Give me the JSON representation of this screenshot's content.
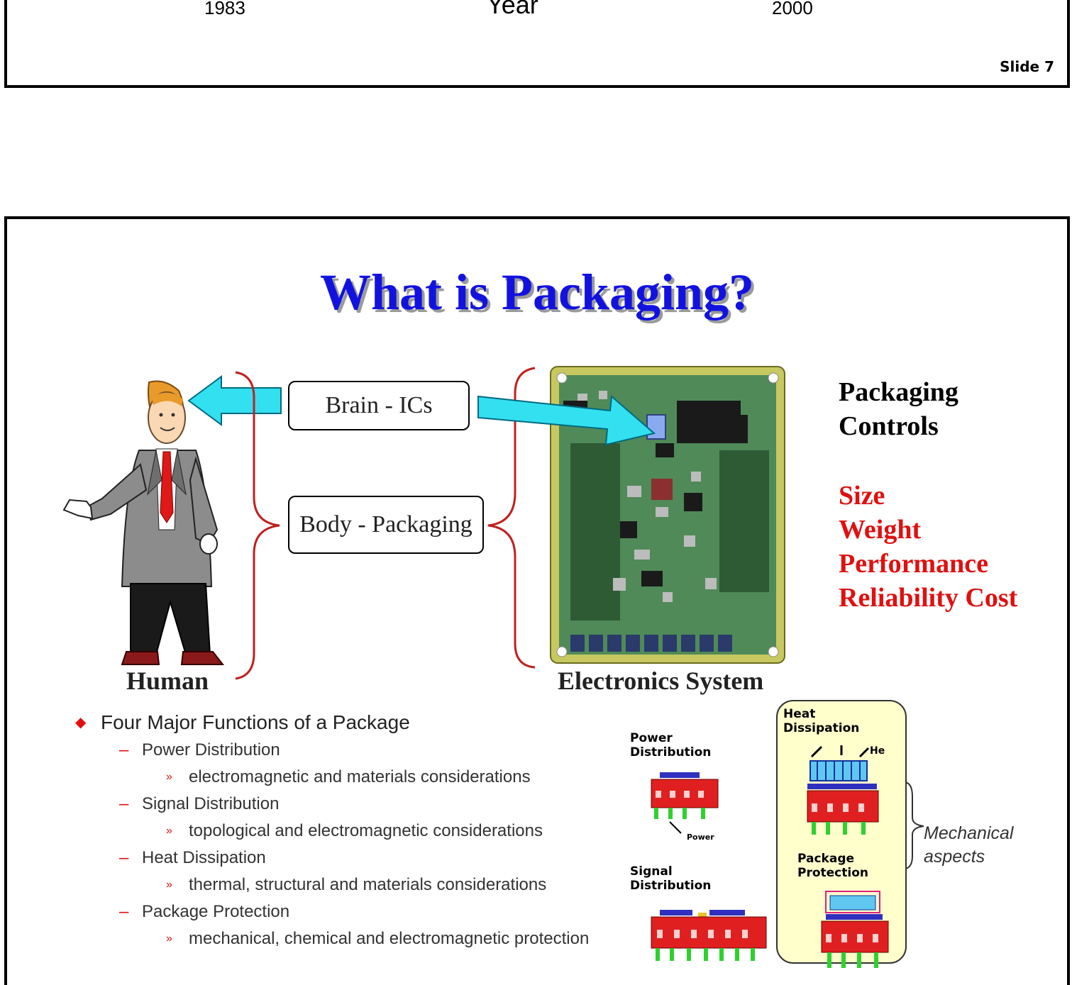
{
  "slide7": {
    "x_tick_left": "1983",
    "x_axis_title": "Year",
    "x_tick_right": "2000",
    "slide_number": "Slide 7"
  },
  "slide8": {
    "title": "What is Packaging?",
    "label_human": "Human",
    "label_electronics": "Electronics System",
    "box_brain": "Brain - ICs",
    "box_body": "Body - Packaging",
    "controls_heading": [
      "Packaging",
      "Controls"
    ],
    "controls_items": [
      "Size",
      "Weight",
      "Performance",
      "Reliability Cost"
    ],
    "functions": {
      "heading": "Four Major Functions of a Package",
      "items": [
        {
          "label": "Power Distribution",
          "detail": "electromagnetic and materials considerations"
        },
        {
          "label": "Signal Distribution",
          "detail": "topological and electromagnetic considerations"
        },
        {
          "label": "Heat Dissipation",
          "detail": "thermal, structural and materials considerations"
        },
        {
          "label": "Package Protection",
          "detail": "mechanical, chemical and electromagnetic protection"
        }
      ]
    },
    "diagram": {
      "power_label": [
        "Power",
        "Distribution"
      ],
      "power_sub": "Power",
      "signal_label": [
        "Signal",
        "Distribution"
      ],
      "heat_label": [
        "Heat",
        "Dissipation"
      ],
      "heat_sub": "He",
      "protection_label": [
        "Package",
        "Protection"
      ],
      "mechanical_label": [
        "Mechanical",
        "aspects"
      ]
    },
    "colors": {
      "title_blue": "#1212e0",
      "accent_red": "#e01010",
      "arrow_cyan": "#33e0f0",
      "highlight_yellow": "#ffffcc"
    }
  }
}
